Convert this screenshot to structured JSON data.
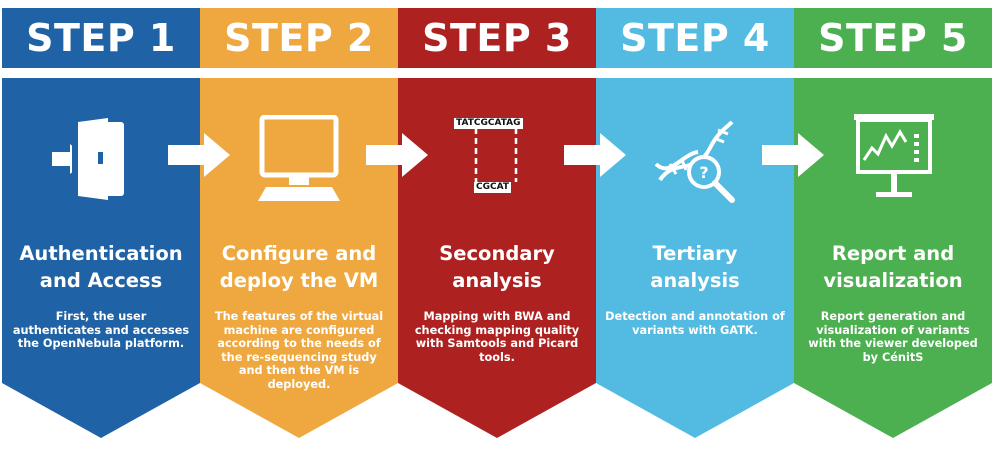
{
  "colors": {
    "step1": "#1f62a5",
    "step2": "#efa83f",
    "step3": "#ad2220",
    "step4": "#53bbe2",
    "step5": "#4db050",
    "arrow": "#ffffff"
  },
  "steps": [
    {
      "header": "STEP 1",
      "title": "Authentication\nand Access",
      "description": "First, the user authenticates and accesses the OpenNebula platform.",
      "icon": "door-enter-icon"
    },
    {
      "header": "STEP 2",
      "title": "Configure and\ndeploy the VM",
      "description": "The features of the virtual machine are configured according to the needs of the re-sequencing study and then the VM is deployed.",
      "icon": "monitor-icon"
    },
    {
      "header": "STEP 3",
      "title": "Secondary\nanalysis",
      "description": "Mapping with BWA and checking mapping quality with Samtools and Picard tools.",
      "icon": "sequence-alignment-icon",
      "icon_text": {
        "reference": "TATCGCATAG",
        "read": "CGCAT"
      }
    },
    {
      "header": "STEP 4",
      "title": "Tertiary\nanalysis",
      "description": "Detection and annotation of variants with GATK.",
      "icon": "dna-search-icon"
    },
    {
      "header": "STEP 5",
      "title": "Report and\nvisualization",
      "description": "Report generation and visualization of variants with the viewer developed by CénitS",
      "icon": "chart-board-icon"
    }
  ]
}
